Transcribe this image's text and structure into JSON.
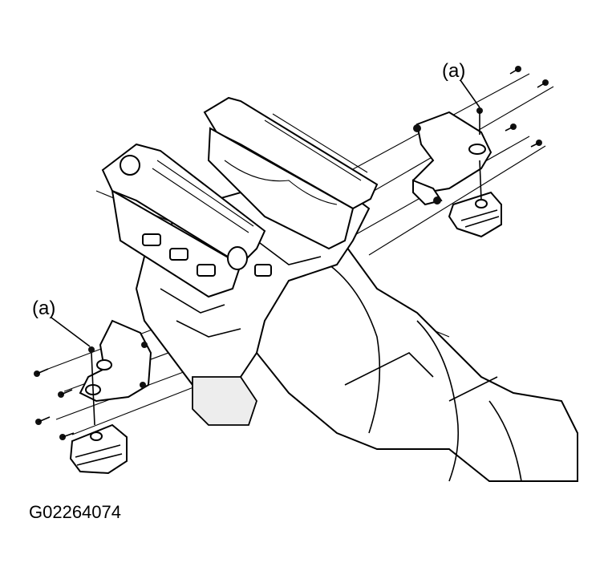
{
  "callouts": {
    "top_right": "(a)",
    "left": "(a)"
  },
  "figure_code": "G02264074"
}
